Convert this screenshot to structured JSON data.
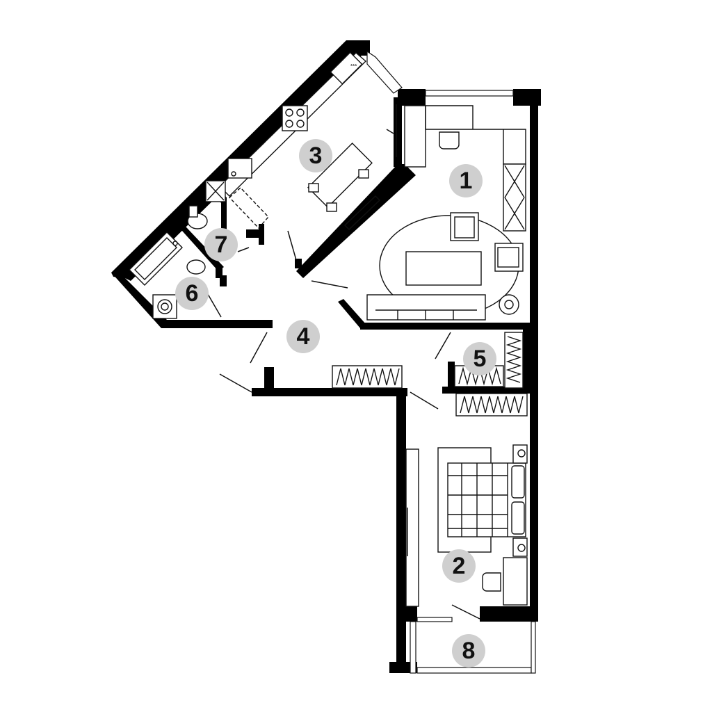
{
  "rooms": [
    {
      "number": "1"
    },
    {
      "number": "2"
    },
    {
      "number": "3"
    },
    {
      "number": "4"
    },
    {
      "number": "5"
    },
    {
      "number": "6"
    },
    {
      "number": "7"
    },
    {
      "number": "8"
    }
  ],
  "colors": {
    "wall": "#000000",
    "label_circle": "#cfcfcf",
    "background": "#ffffff"
  }
}
